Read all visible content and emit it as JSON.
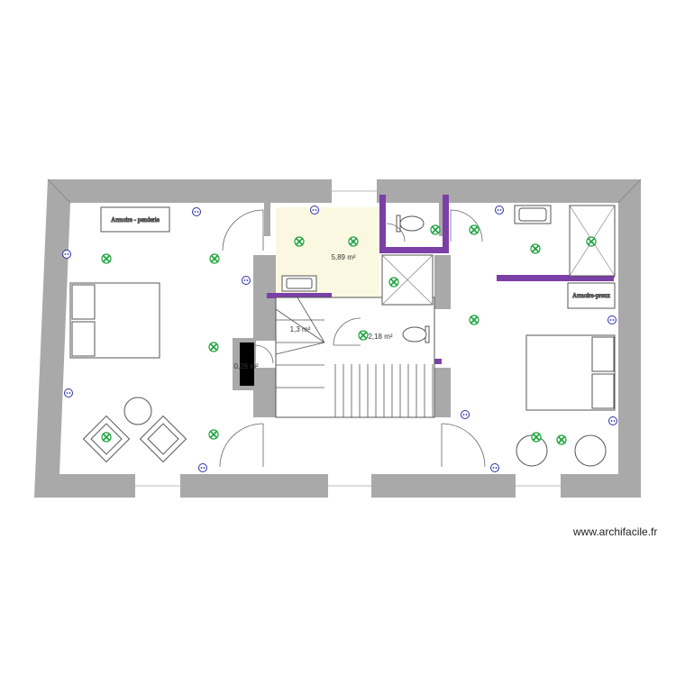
{
  "colors": {
    "wall": "#a9a9a9",
    "partition": "#7b3fa8",
    "room_highlight": "#fbf8e1",
    "light_point": "#1aa33a",
    "outlet": "#2b2fa8",
    "fixture_line": "#555555"
  },
  "rooms": {
    "area_top_bath": "5,89 m²",
    "area_landing": "1,3 m²",
    "area_wc": "2,18 m²",
    "area_closet": "0,29 m²"
  },
  "furniture": {
    "wardrobe_left": "Armoire - penderie",
    "wardrobe_right": "Armoire-preux"
  },
  "icons": {
    "light": "ceiling-light-icon",
    "outlet": "power-outlet-icon"
  },
  "watermark": "www.archifacile.fr"
}
